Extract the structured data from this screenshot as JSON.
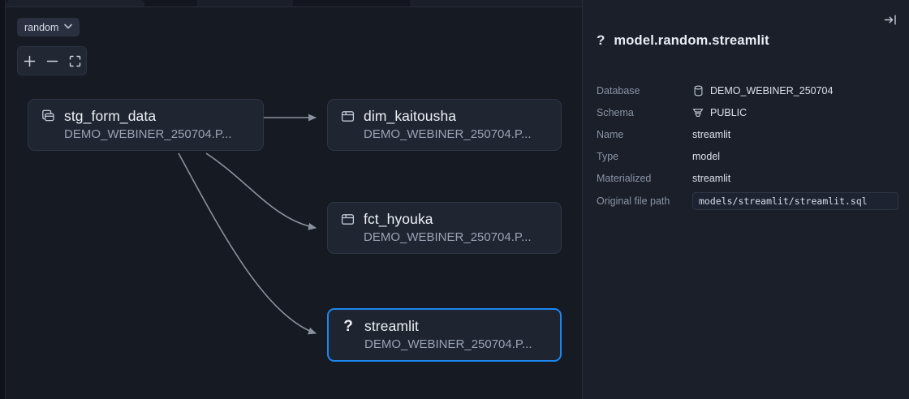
{
  "canvas": {
    "selector": {
      "label": "random",
      "chevron_icon": "chevron-down-icon"
    },
    "zoom_controls": {
      "zoom_in_label": "+",
      "zoom_out_label": "−",
      "fit_view_icon": "fit-view-icon"
    },
    "nodes": [
      {
        "id": "stg_form_data",
        "title": "stg_form_data",
        "subtitle": "DEMO_WEBINER_250704.P...",
        "icon": "ephemeral-table-icon",
        "selected": false
      },
      {
        "id": "dim_kaitousha",
        "title": "dim_kaitousha",
        "subtitle": "DEMO_WEBINER_250704.P...",
        "icon": "table-icon",
        "selected": false
      },
      {
        "id": "fct_hyouka",
        "title": "fct_hyouka",
        "subtitle": "DEMO_WEBINER_250704.P...",
        "icon": "table-icon",
        "selected": false
      },
      {
        "id": "streamlit",
        "title": "streamlit",
        "subtitle": "DEMO_WEBINER_250704.P...",
        "icon": "question-mark-icon",
        "selected": true
      }
    ],
    "edges": [
      {
        "from": "stg_form_data",
        "to": "dim_kaitousha"
      },
      {
        "from": "stg_form_data",
        "to": "fct_hyouka"
      },
      {
        "from": "stg_form_data",
        "to": "streamlit"
      }
    ]
  },
  "details_panel": {
    "collapse_icon": "collapse-panel-right-icon",
    "header": {
      "icon": "question-mark-icon",
      "title": "model.random.streamlit"
    },
    "rows": [
      {
        "label": "Database",
        "value": "DEMO_WEBINER_250704",
        "icon": "database-icon"
      },
      {
        "label": "Schema",
        "value": "PUBLIC",
        "icon": "schema-icon"
      },
      {
        "label": "Name",
        "value": "streamlit",
        "icon": ""
      },
      {
        "label": "Type",
        "value": "model",
        "icon": ""
      },
      {
        "label": "Materialized",
        "value": "streamlit",
        "icon": ""
      },
      {
        "label": "Original file path",
        "value": "models/streamlit/streamlit.sql",
        "icon": "",
        "boxed": true
      }
    ]
  },
  "colors": {
    "app_background": "#13161e",
    "canvas_background": "#161a23",
    "panel_background": "#1a1f29",
    "node_background": "#1f2531",
    "node_border": "#2e3646",
    "selection_accent": "#1e86f0",
    "edge_stroke": "#8a929f",
    "chip_background": "#2a3040",
    "label_text": "#8b94a6",
    "value_text": "#dbe1ec"
  }
}
